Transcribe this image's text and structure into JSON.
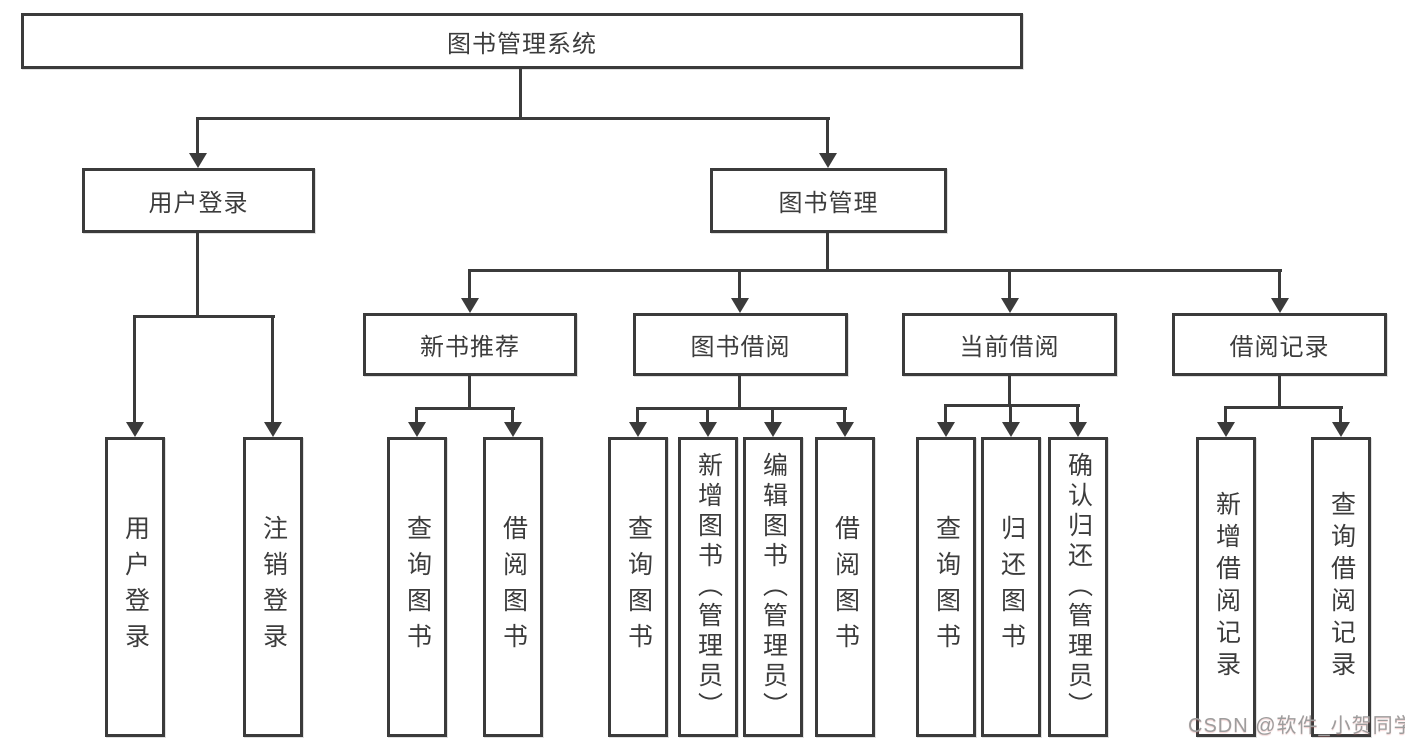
{
  "diagram_title": "图书管理系统",
  "nodes": {
    "root": {
      "label": "图书管理系统"
    },
    "user_login": {
      "label": "用户登录"
    },
    "book_mgmt": {
      "label": "图书管理"
    },
    "login": {
      "label": "用户登录"
    },
    "logout": {
      "label": "注销登录"
    },
    "new_book_rec": {
      "label": "新书推荐"
    },
    "book_borrow": {
      "label": "图书借阅"
    },
    "current_borrow": {
      "label": "当前借阅"
    },
    "borrow_record": {
      "label": "借阅记录"
    },
    "nbr_query_book": {
      "label": "查询图书"
    },
    "nbr_borrow_book": {
      "label": "借阅图书"
    },
    "bb_query_book": {
      "label": "查询图书"
    },
    "bb_add_book": {
      "label": "新增图书（管理员）"
    },
    "bb_edit_book": {
      "label": "编辑图书（管理员）"
    },
    "bb_borrow_book": {
      "label": "借阅图书"
    },
    "cb_query_book": {
      "label": "查询图书"
    },
    "cb_return_book": {
      "label": "归还图书"
    },
    "cb_confirm_return": {
      "label": "确认归还（管理员）"
    },
    "br_add_record": {
      "label": "新增借阅记录"
    },
    "br_query_record": {
      "label": "查询借阅记录"
    }
  },
  "hierarchy": {
    "图书管理系统": {
      "用户登录": [
        "用户登录",
        "注销登录"
      ],
      "图书管理": {
        "新书推荐": [
          "查询图书",
          "借阅图书"
        ],
        "图书借阅": [
          "查询图书",
          "新增图书（管理员）",
          "编辑图书（管理员）",
          "借阅图书"
        ],
        "当前借阅": [
          "查询图书",
          "归还图书",
          "确认归还（管理员）"
        ],
        "借阅记录": [
          "新增借阅记录",
          "查询借阅记录"
        ]
      }
    }
  },
  "watermark": {
    "text": "CSDN @软件_小贺同学"
  },
  "colors": {
    "line": "#3b3b3b",
    "text": "#3c3c3c",
    "box_background": "#ffffff",
    "page_background": "#ffffff",
    "watermark_text": "#9d9d9d"
  }
}
